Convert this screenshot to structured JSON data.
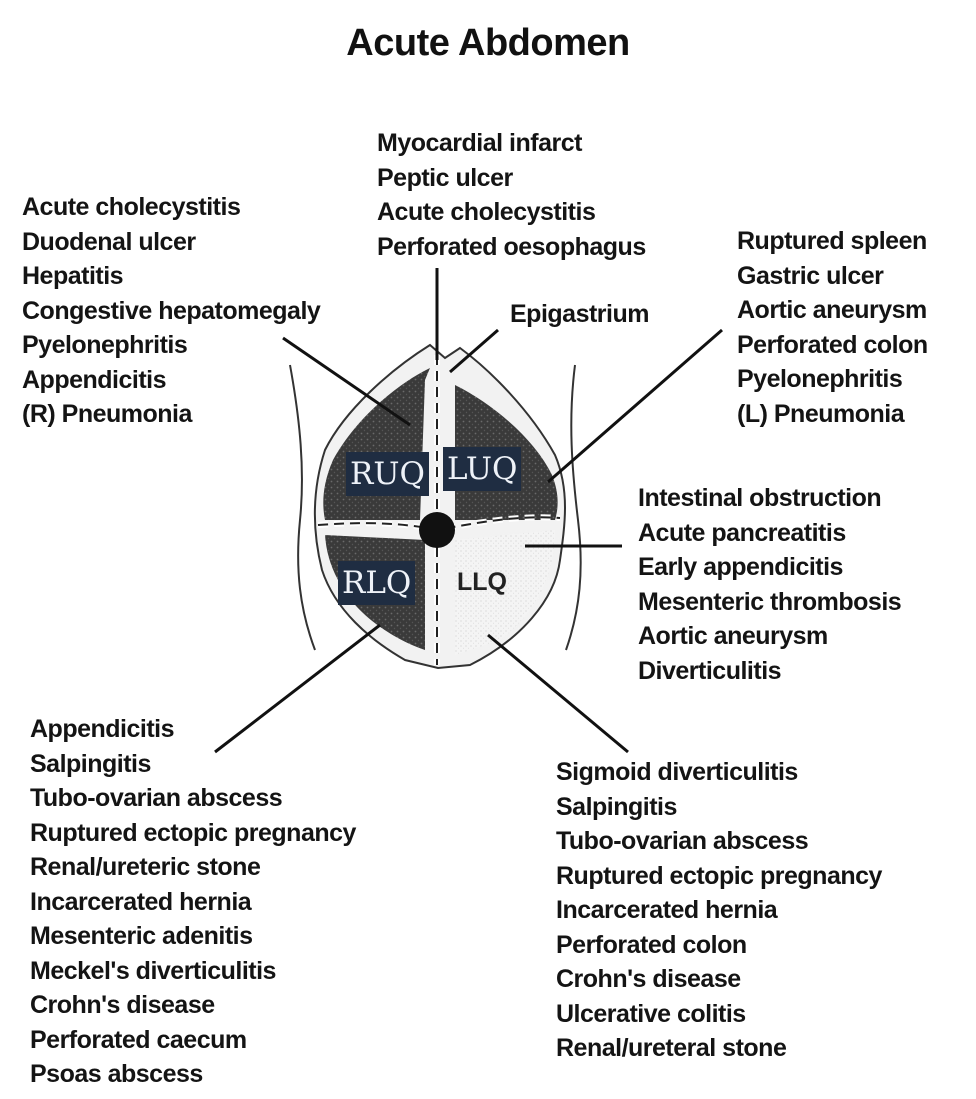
{
  "title": "Acute Abdomen",
  "top_list": [
    "Myocardial infarct",
    "Peptic ulcer",
    "Acute cholecystitis",
    "Perforated oesophagus"
  ],
  "ruq_list": [
    "Acute cholecystitis",
    "Duodenal ulcer",
    "Hepatitis",
    "Congestive hepatomegaly",
    "Pyelonephritis",
    "Appendicitis",
    "(R) Pneumonia"
  ],
  "luq_list": [
    "Ruptured spleen",
    "Gastric ulcer",
    "Aortic aneurysm",
    "Perforated colon",
    "Pyelonephritis",
    "(L) Pneumonia"
  ],
  "epigastrium_label": "Epigastrium",
  "central_list": [
    "Intestinal obstruction",
    "Acute pancreatitis",
    "Early appendicitis",
    "Mesenteric thrombosis",
    "Aortic aneurysm",
    "Diverticulitis"
  ],
  "rlq_list": [
    "Appendicitis",
    "Salpingitis",
    "Tubo-ovarian abscess",
    "Ruptured ectopic pregnancy",
    "Renal/ureteric stone",
    "Incarcerated hernia",
    "Mesenteric adenitis",
    "Meckel's diverticulitis",
    "Crohn's disease",
    "Perforated caecum",
    "Psoas abscess"
  ],
  "llq_list": [
    "Sigmoid diverticulitis",
    "Salpingitis",
    "Tubo-ovarian abscess",
    "Ruptured ectopic pregnancy",
    "Incarcerated hernia",
    "Perforated colon",
    "Crohn's disease",
    "Ulcerative colitis",
    "Renal/ureteral stone"
  ],
  "quadrants": {
    "ruq": "RUQ",
    "luq": "LUQ",
    "rlq": "RLQ",
    "llq": "LLQ"
  },
  "colors": {
    "box_bg": "#1f2d42",
    "box_text": "#eef2f8",
    "shade": "#2a2a2a"
  }
}
